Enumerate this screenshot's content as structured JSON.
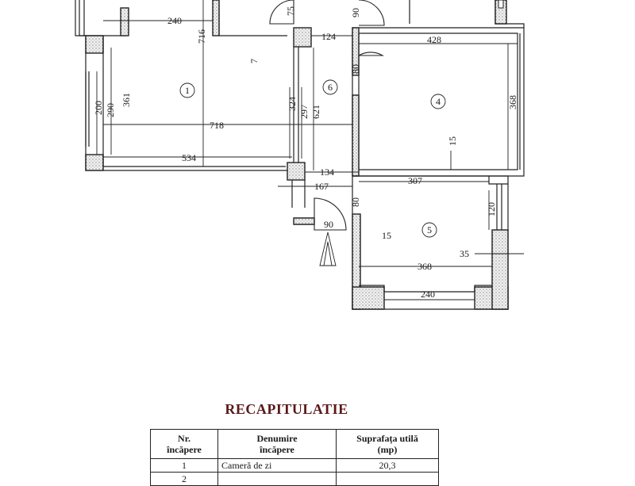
{
  "plan": {
    "dimensions": [
      "240",
      "716",
      "75",
      "90",
      "124",
      "428",
      "7",
      "80",
      "200",
      "290",
      "361",
      "324",
      "297",
      "621",
      "368",
      "718",
      "15",
      "534",
      "134",
      "307",
      "167",
      "80",
      "120",
      "90",
      "15",
      "35",
      "368",
      "240"
    ],
    "room_numbers": [
      "1",
      "6",
      "4",
      "5"
    ]
  },
  "recap": {
    "title": "RECAPITULATIE",
    "headers": [
      "Nr.\nîncăpere",
      "Denumire\nîncăpere",
      "Suprafața utilă\n(mp)"
    ],
    "rows": [
      {
        "nr": "1",
        "name": "Cameră de zi",
        "area": "20,3"
      },
      {
        "nr": "2",
        "name": "",
        "area": ""
      }
    ]
  }
}
